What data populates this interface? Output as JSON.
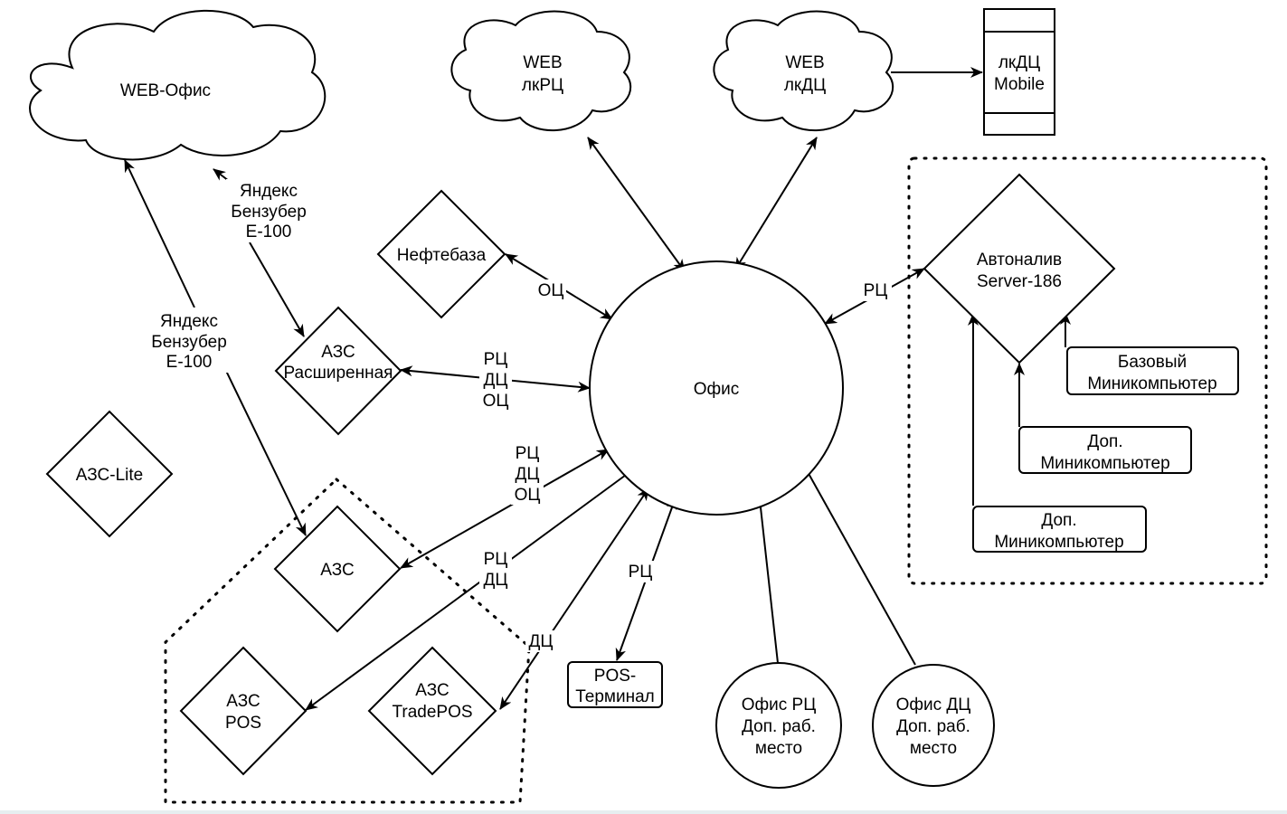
{
  "nodes": {
    "web_office": "WEB-Офис",
    "web_lkrc": [
      "WEB",
      "лкРЦ"
    ],
    "web_lkdc": [
      "WEB",
      "лкДЦ"
    ],
    "lkdc_mobile": [
      "лкДЦ",
      "Mobile"
    ],
    "neftebaza": "Нефтебаза",
    "azs_extended": [
      "АЗС",
      "Расширенная"
    ],
    "azs_lite": "АЗС-Lite",
    "office": "Офис",
    "azs": "АЗС",
    "azs_pos": [
      "АЗС",
      "POS"
    ],
    "azs_tradepos": [
      "АЗС",
      "TradePOS"
    ],
    "pos_terminal": [
      "POS-",
      "Терминал"
    ],
    "office_rc_workplace": [
      "Офис РЦ",
      "Доп. раб.",
      "место"
    ],
    "office_dc_workplace": [
      "Офис ДЦ",
      "Доп. раб.",
      "место"
    ],
    "autonaliv_server": [
      "Автоналив",
      "Server-186"
    ],
    "base_minicomputer": [
      "Базовый",
      "Миникомпьютер"
    ],
    "extra_minicomputer_1": [
      "Доп.",
      "Миникомпьютер"
    ],
    "extra_minicomputer_2": [
      "Доп.",
      "Миникомпьютер"
    ]
  },
  "edges": {
    "yandex_to_web_office": [
      "Яндекс",
      "Бензубер",
      "Е-100"
    ],
    "yandex_to_azs": [
      "Яндекс",
      "Бензубер",
      "Е-100"
    ],
    "neftebaza_office": "ОЦ",
    "azs_extended_office": [
      "РЦ",
      "ДЦ",
      "ОЦ"
    ],
    "azs_office": [
      "РЦ",
      "ДЦ",
      "ОЦ"
    ],
    "azs_pos_office": [
      "РЦ",
      "ДЦ"
    ],
    "pos_terminal_office": "РЦ",
    "tradepos_office": "ДЦ",
    "autonaliv_office": "РЦ"
  }
}
